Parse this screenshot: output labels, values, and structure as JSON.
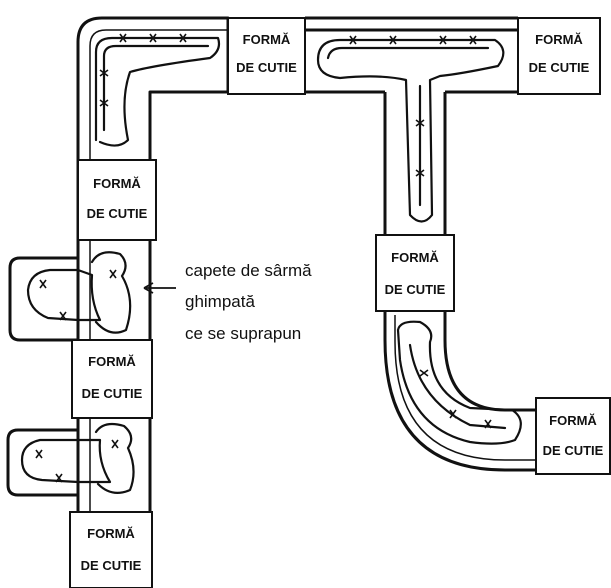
{
  "box_label": {
    "line1": "FORMĂ",
    "line2": "DE CUTIE"
  },
  "annotation": {
    "line1": "capete de sârmă",
    "line2": "ghimpată",
    "line3": "ce se suprapun"
  },
  "colors": {
    "ink": "#111111",
    "paper": "#ffffff"
  }
}
